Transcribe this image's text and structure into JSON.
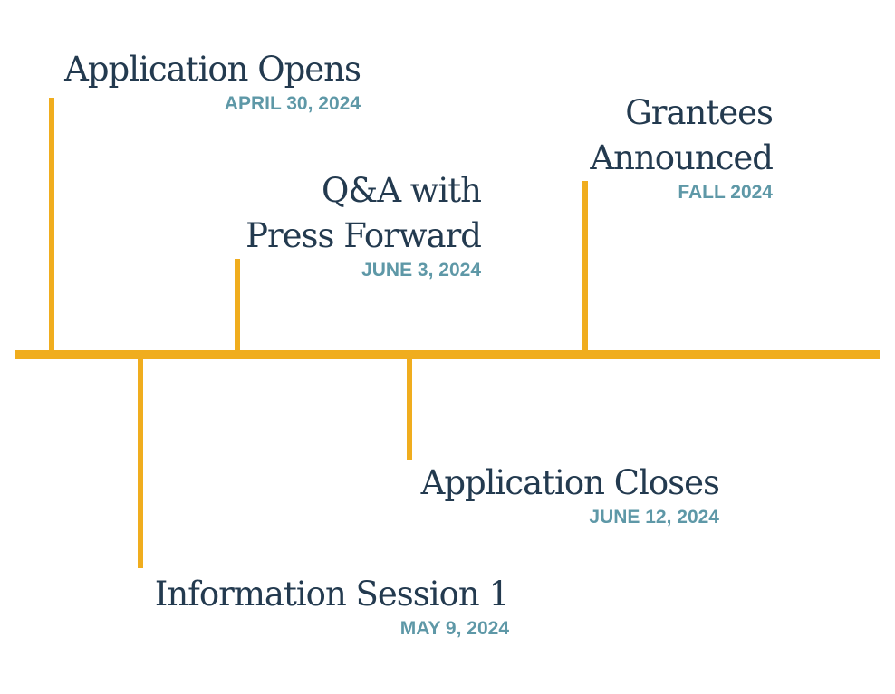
{
  "timeline": {
    "events": [
      {
        "title_lines": [
          "Application Opens"
        ],
        "date": "APRIL 30, 2024"
      },
      {
        "title_lines": [
          "Q&A with",
          "Press Forward"
        ],
        "date": "JUNE 3, 2024"
      },
      {
        "title_lines": [
          "Grantees",
          "Announced"
        ],
        "date": "FALL 2024"
      },
      {
        "title_lines": [
          "Application Closes"
        ],
        "date": "JUNE 12, 2024"
      },
      {
        "title_lines": [
          "Information Session 1"
        ],
        "date": "MAY 9, 2024"
      }
    ],
    "colors": {
      "axis": "#f0ad1e",
      "title": "#233a4f",
      "date": "#5e98a7"
    }
  }
}
